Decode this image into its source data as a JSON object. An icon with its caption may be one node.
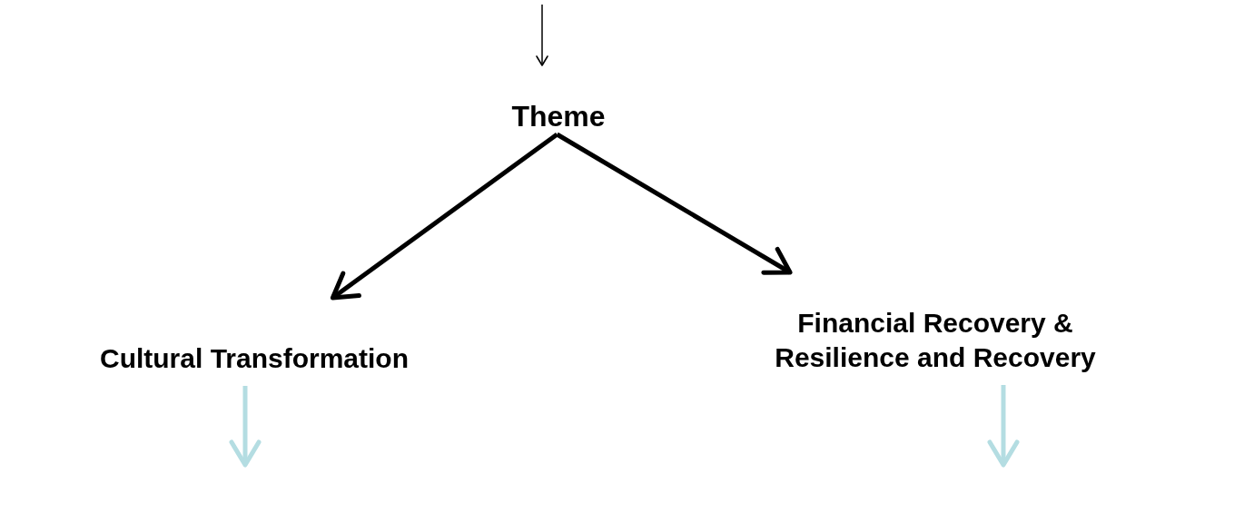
{
  "diagram": {
    "nodes": [
      {
        "text": [
          "Theme"
        ]
      },
      {
        "text": [
          "Cultural Transformation"
        ]
      },
      {
        "text": [
          "Financial Recovery & Resilience and Recovery"
        ]
      }
    ],
    "edges": [
      {
        "from": null,
        "to": 0,
        "arrow": "to"
      },
      {
        "from": 0,
        "to": 1,
        "arrow": "to"
      },
      {
        "from": 0,
        "to": 2,
        "arrow": "to"
      },
      {
        "from": 1,
        "to": null,
        "arrow": "to",
        "color": "#b4dde2"
      },
      {
        "from": 2,
        "to": null,
        "arrow": "to",
        "color": "#b4dde2"
      }
    ]
  }
}
